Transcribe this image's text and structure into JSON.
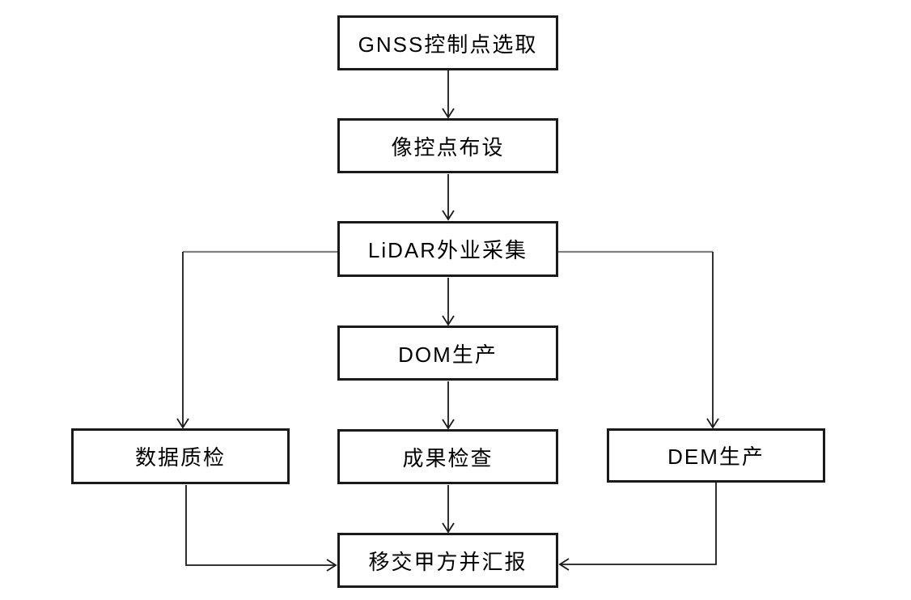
{
  "diagram": {
    "type": "flowchart",
    "background_color": "#ffffff",
    "colors": {
      "box_border": "#1a1a1a",
      "arrow_line": "#1a1a1a",
      "branch_line": "#808080",
      "text": "#000000"
    },
    "nodes": [
      {
        "id": "gnss-control-point-selection",
        "label": "GNSS控制点选取"
      },
      {
        "id": "image-control-point-layout",
        "label": "像控点布设"
      },
      {
        "id": "lidar-field-collection",
        "label": "LiDAR外业采集"
      },
      {
        "id": "dom-production",
        "label": "DOM生产"
      },
      {
        "id": "data-quality-check",
        "label": "数据质检"
      },
      {
        "id": "result-inspection",
        "label": "成果检查"
      },
      {
        "id": "dem-production",
        "label": "DEM生产"
      },
      {
        "id": "handover-and-report",
        "label": "移交甲方并汇报"
      }
    ],
    "edges": [
      {
        "from": "gnss-control-point-selection",
        "to": "image-control-point-layout"
      },
      {
        "from": "image-control-point-layout",
        "to": "lidar-field-collection"
      },
      {
        "from": "lidar-field-collection",
        "to": "dom-production"
      },
      {
        "from": "lidar-field-collection",
        "to": "data-quality-check"
      },
      {
        "from": "lidar-field-collection",
        "to": "dem-production"
      },
      {
        "from": "dom-production",
        "to": "result-inspection"
      },
      {
        "from": "result-inspection",
        "to": "handover-and-report"
      },
      {
        "from": "data-quality-check",
        "to": "handover-and-report"
      },
      {
        "from": "dem-production",
        "to": "handover-and-report"
      }
    ]
  }
}
